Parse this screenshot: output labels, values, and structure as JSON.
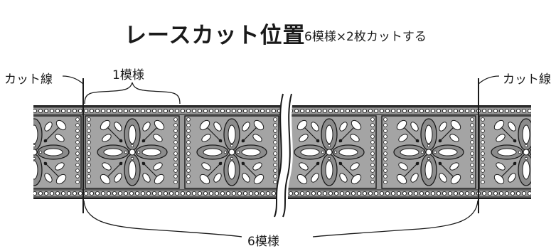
{
  "title": "レースカット位置",
  "subtitle": "6模様×2枚カットする",
  "labels": {
    "cut_line_left": "カット線",
    "cut_line_right": "カット線",
    "one_pattern": "1模様",
    "six_patterns": "6模様"
  },
  "colors": {
    "lace_fill": "#9a9a9a",
    "lace_light": "#ffffff",
    "outline": "#1a1a1a"
  }
}
